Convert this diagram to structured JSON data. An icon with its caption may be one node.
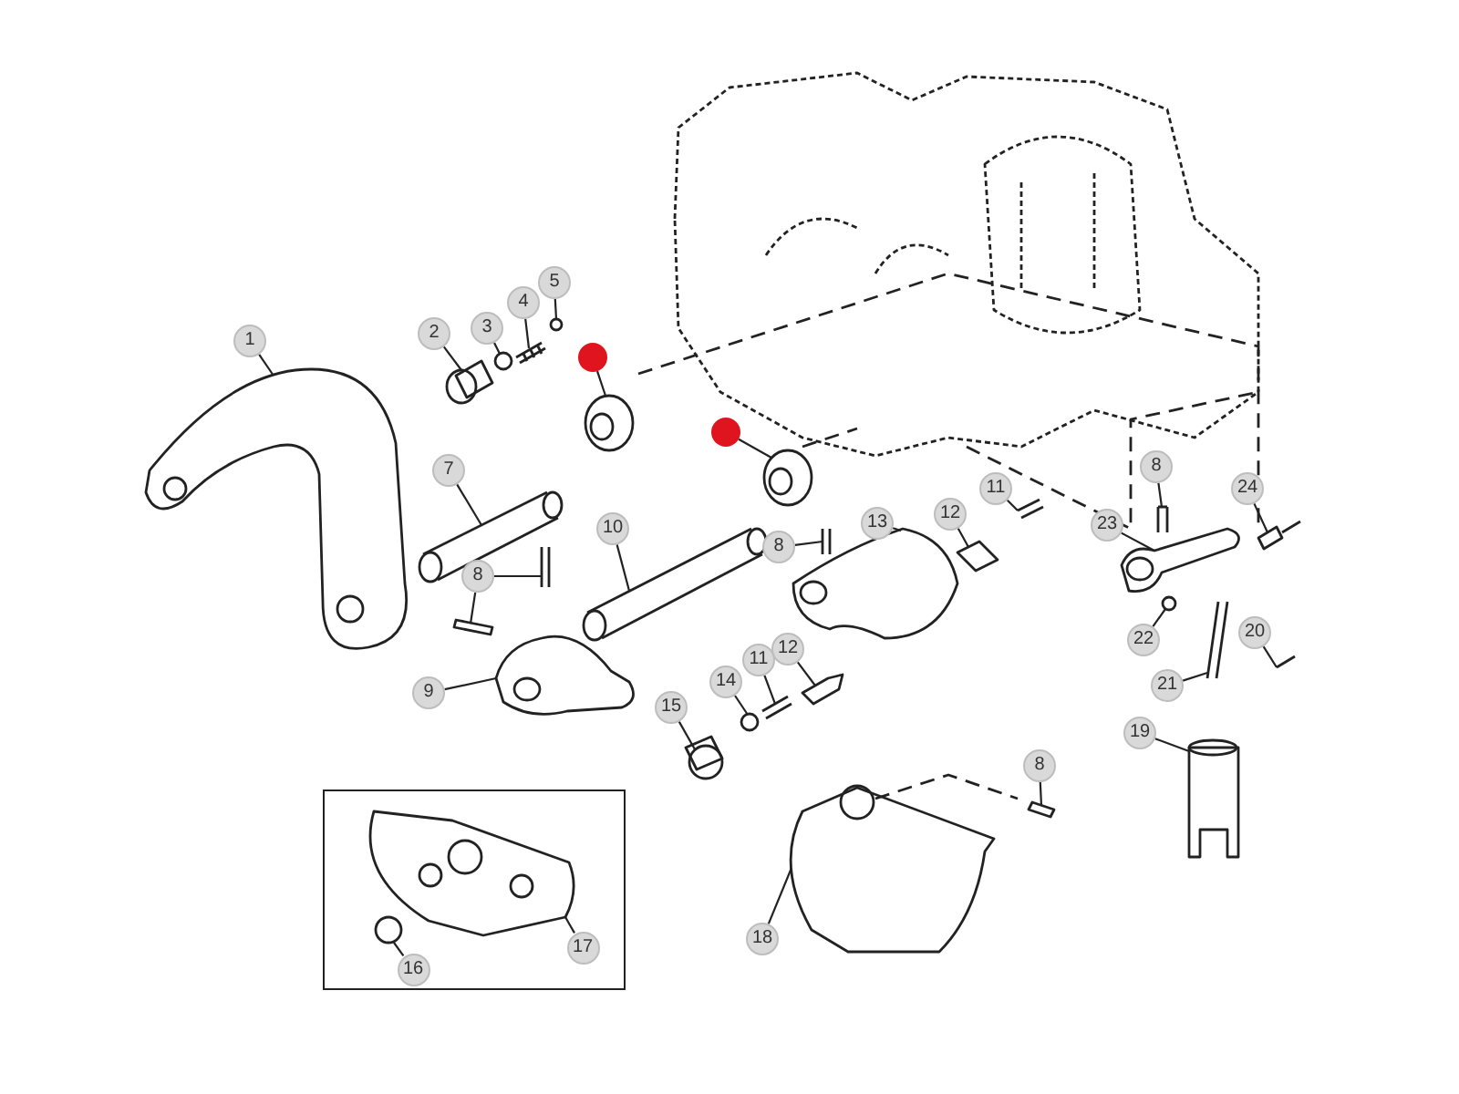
{
  "diagram": {
    "nodes": [
      {
        "text": [
          "5"
        ]
      },
      {
        "text": [
          "4"
        ]
      },
      {
        "text": [
          "3"
        ]
      },
      {
        "text": [
          "1"
        ]
      },
      {
        "text": [
          "2"
        ]
      },
      {
        "text": [],
        "shape": "circle"
      },
      {
        "text": [],
        "shape": "circle"
      },
      {
        "text": [
          "8"
        ]
      },
      {
        "text": [
          "7"
        ]
      },
      {
        "text": [
          "24"
        ]
      },
      {
        "text": [
          "11"
        ]
      },
      {
        "text": [
          "12"
        ]
      },
      {
        "text": [
          "13"
        ]
      },
      {
        "text": [
          "23"
        ]
      },
      {
        "text": [
          "10"
        ]
      },
      {
        "text": [
          "8"
        ]
      },
      {
        "text": [
          "8"
        ]
      },
      {
        "text": [
          "20"
        ]
      },
      {
        "text": [
          "22"
        ]
      },
      {
        "text": [
          "12"
        ]
      },
      {
        "text": [
          "11"
        ]
      },
      {
        "text": [
          "14"
        ]
      },
      {
        "text": [
          "21"
        ]
      },
      {
        "text": [
          "9"
        ]
      },
      {
        "text": [
          "15"
        ]
      },
      {
        "text": [
          "19"
        ]
      },
      {
        "text": [
          "8"
        ]
      },
      {
        "text": [],
        "shape": "box"
      },
      {
        "text": [
          "18"
        ]
      },
      {
        "text": [
          "17"
        ],
        "in": 27
      },
      {
        "text": [
          "16"
        ],
        "in": 27
      },
      {
        "text": [],
        "shape": "circle"
      },
      {
        "text": [],
        "shape": "picture"
      },
      {
        "text": [],
        "shape": "circle"
      },
      {
        "text": [],
        "shape": "picture"
      },
      {
        "text": [],
        "shape": "picture"
      },
      {
        "text": [],
        "shape": "picture"
      },
      {
        "text": [],
        "shape": "picture"
      },
      {
        "text": [],
        "shape": "picture"
      },
      {
        "text": [],
        "shape": "picture"
      },
      {
        "text": [],
        "shape": "picture"
      },
      {
        "text": [],
        "shape": "picture"
      },
      {
        "text": [],
        "shape": "picture"
      },
      {
        "text": [],
        "shape": "picture"
      },
      {
        "text": [],
        "shape": "picture"
      },
      {
        "text": [],
        "shape": "picture"
      },
      {
        "text": [],
        "shape": "picture"
      },
      {
        "text": [],
        "shape": "picture"
      },
      {
        "text": [],
        "shape": "box"
      },
      {
        "text": [],
        "shape": "picture"
      },
      {
        "text": [],
        "shape": "circle"
      },
      {
        "text": [],
        "shape": "picture"
      },
      {
        "text": [],
        "shape": "picture"
      },
      {
        "text": [],
        "shape": "circle"
      },
      {
        "text": [],
        "shape": "picture"
      },
      {
        "text": [],
        "shape": "picture"
      },
      {
        "text": [],
        "shape": "picture"
      },
      {
        "text": [],
        "shape": "picture"
      },
      {
        "text": [],
        "shape": "picture"
      },
      {
        "text": [],
        "shape": "picture"
      },
      {
        "text": [],
        "shape": "picture",
        "in": 27
      },
      {
        "text": [],
        "shape": "circle",
        "in": 27
      }
    ],
    "edges": [
      {
        "from": 0,
        "to": 31,
        "arrow": "none"
      },
      {
        "from": 1,
        "to": 32,
        "arrow": "none"
      },
      {
        "from": 2,
        "to": 33,
        "arrow": "none"
      },
      {
        "from": 3,
        "to": 34,
        "arrow": "none"
      },
      {
        "from": 4,
        "to": 35,
        "arrow": "none"
      },
      {
        "from": 5,
        "to": 36,
        "arrow": "none"
      },
      {
        "from": 6,
        "to": 37,
        "arrow": "none"
      },
      {
        "from": 7,
        "to": 38,
        "arrow": "none"
      },
      {
        "from": 8,
        "to": 39,
        "arrow": "none"
      },
      {
        "from": 9,
        "to": 40,
        "arrow": "none"
      },
      {
        "from": 10,
        "to": 41,
        "arrow": "none"
      },
      {
        "from": 11,
        "to": 42,
        "arrow": "none"
      },
      {
        "from": 12,
        "to": 43,
        "arrow": "none"
      },
      {
        "from": 13,
        "to": 44,
        "arrow": "none"
      },
      {
        "from": 14,
        "to": 45,
        "arrow": "none"
      },
      {
        "from": 15,
        "to": 46,
        "arrow": "none"
      },
      {
        "from": 16,
        "to": 47,
        "arrow": "none"
      },
      {
        "from": 16,
        "to": 48,
        "arrow": "none"
      },
      {
        "from": 17,
        "to": 49,
        "arrow": "none"
      },
      {
        "from": 18,
        "to": 50,
        "arrow": "none"
      },
      {
        "from": 19,
        "to": 51,
        "arrow": "none"
      },
      {
        "from": 20,
        "to": 52,
        "arrow": "none"
      },
      {
        "from": 21,
        "to": 53,
        "arrow": "none"
      },
      {
        "from": 22,
        "to": 54,
        "arrow": "none"
      },
      {
        "from": 23,
        "to": 55,
        "arrow": "none"
      },
      {
        "from": 24,
        "to": 56,
        "arrow": "none"
      },
      {
        "from": 25,
        "to": 57,
        "arrow": "none"
      },
      {
        "from": 26,
        "to": 58,
        "arrow": "none"
      },
      {
        "from": 28,
        "to": 59,
        "arrow": "none"
      },
      {
        "from": 29,
        "to": 60,
        "arrow": "none"
      },
      {
        "from": 30,
        "to": 61,
        "arrow": "none"
      }
    ]
  }
}
